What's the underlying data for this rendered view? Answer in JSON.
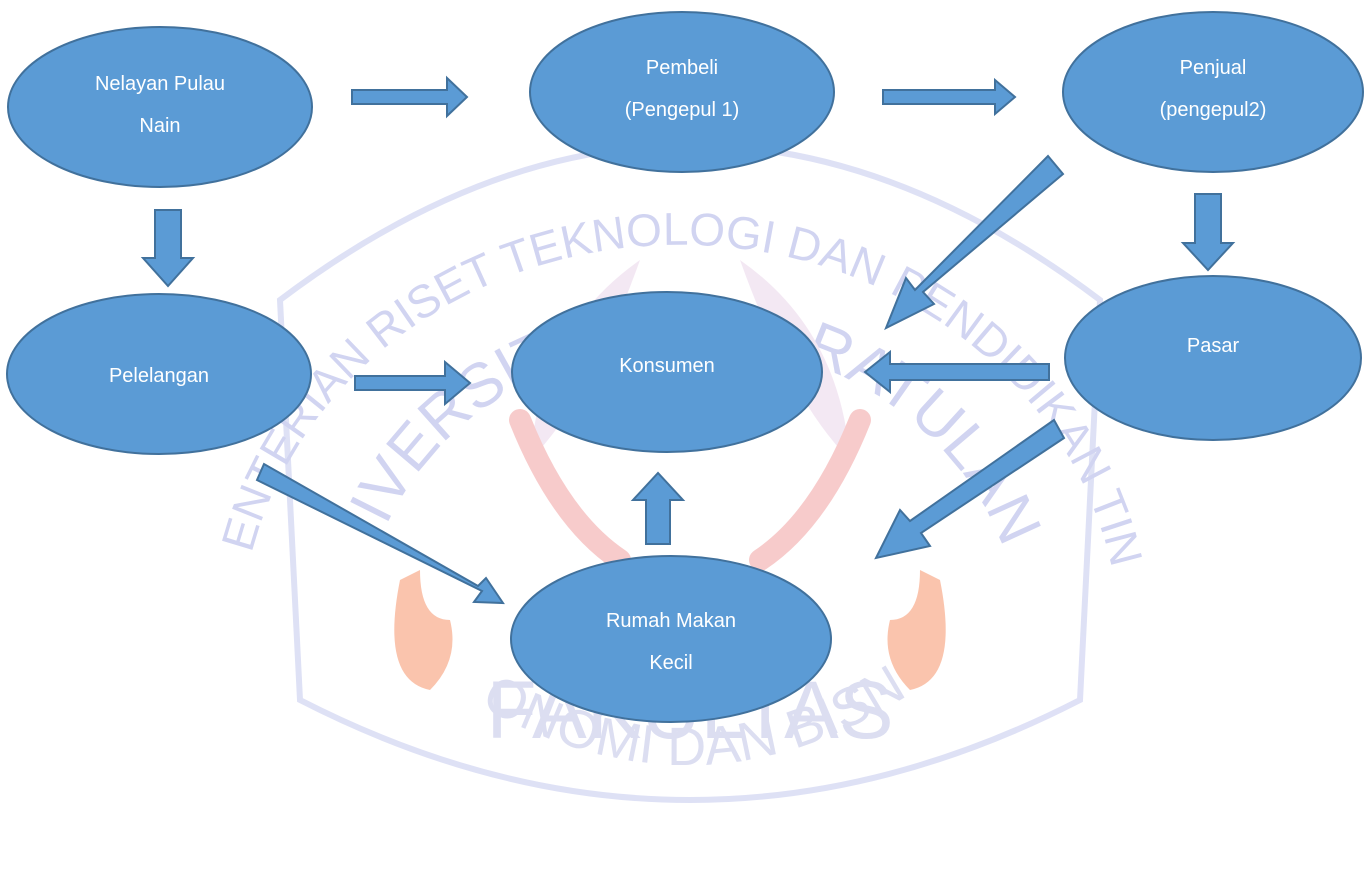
{
  "watermark": {
    "arc_top": "KEMENTERIAN RISET TEKNOLOGI DAN PENDIDIKAN TINGGI",
    "arc_middle": "UNIVERSITAS SAM RATULANGI",
    "faculty": "FAKULTAS",
    "faculty_sub": "EKONOMI DAN BISNIS",
    "colors": {
      "blue": "#c9cdef",
      "pink": "#f6c3c3",
      "orange": "#f7a37f"
    }
  },
  "colors": {
    "node_fill": "#5b9bd5",
    "node_stroke": "#41719c",
    "arrow_fill": "#5b9bd5",
    "text": "#ffffff"
  },
  "nodes": {
    "nelayan": {
      "line1": "Nelayan Pulau",
      "line2": "Nain"
    },
    "pembeli": {
      "line1": "Pembeli",
      "line2": "(Pengepul 1)"
    },
    "penjual": {
      "line1": "Penjual",
      "line2": "(pengepul2)"
    },
    "pelelangan": {
      "line1": "Pelelangan"
    },
    "konsumen": {
      "line1": "Konsumen"
    },
    "pasar": {
      "line1": "Pasar"
    },
    "rumah_makan": {
      "line1": "Rumah Makan",
      "line2": "Kecil"
    }
  }
}
